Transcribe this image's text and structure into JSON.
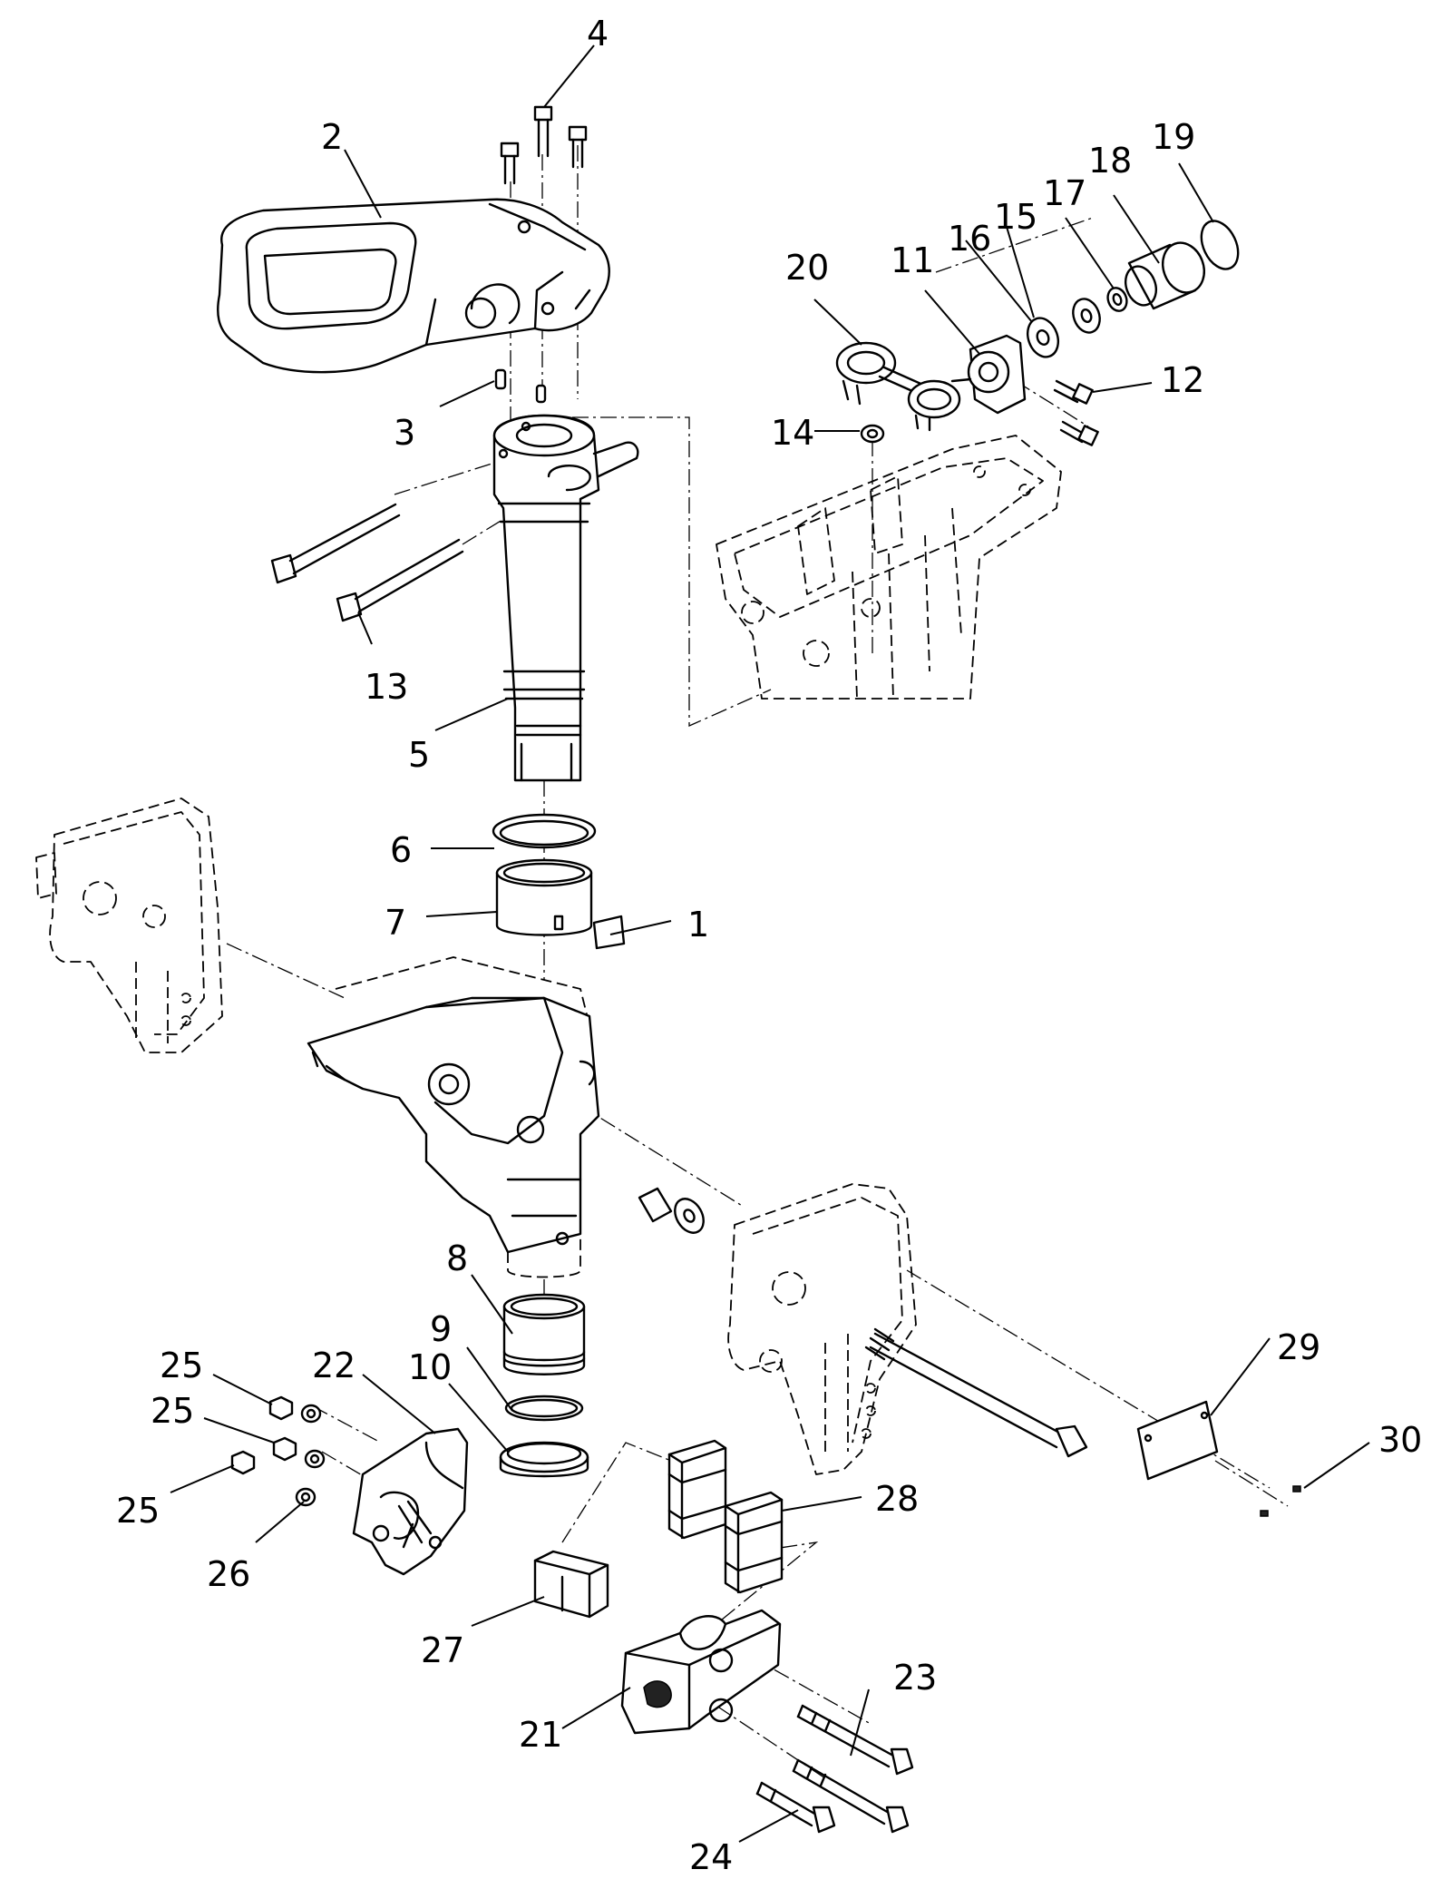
{
  "callouts": [
    {
      "id": "p1",
      "text": "1"
    },
    {
      "id": "p2",
      "text": "2"
    },
    {
      "id": "p3",
      "text": "3"
    },
    {
      "id": "p4",
      "text": "4"
    },
    {
      "id": "p5",
      "text": "5"
    },
    {
      "id": "p6",
      "text": "6"
    },
    {
      "id": "p7",
      "text": "7"
    },
    {
      "id": "p8",
      "text": "8"
    },
    {
      "id": "p9",
      "text": "9"
    },
    {
      "id": "p10",
      "text": "10"
    },
    {
      "id": "p11",
      "text": "11"
    },
    {
      "id": "p12",
      "text": "12"
    },
    {
      "id": "p13",
      "text": "13"
    },
    {
      "id": "p14",
      "text": "14"
    },
    {
      "id": "p15",
      "text": "15"
    },
    {
      "id": "p16",
      "text": "16"
    },
    {
      "id": "p17",
      "text": "17"
    },
    {
      "id": "p18",
      "text": "18"
    },
    {
      "id": "p19",
      "text": "19"
    },
    {
      "id": "p20",
      "text": "20"
    },
    {
      "id": "p21",
      "text": "21"
    },
    {
      "id": "p22",
      "text": "22"
    },
    {
      "id": "p23",
      "text": "23"
    },
    {
      "id": "p24",
      "text": "24"
    },
    {
      "id": "p25a",
      "text": "25"
    },
    {
      "id": "p25b",
      "text": "25"
    },
    {
      "id": "p25c",
      "text": "25"
    },
    {
      "id": "p26",
      "text": "26"
    },
    {
      "id": "p27",
      "text": "27"
    },
    {
      "id": "p28",
      "text": "28"
    },
    {
      "id": "p29",
      "text": "29"
    },
    {
      "id": "p30",
      "text": "30"
    }
  ]
}
